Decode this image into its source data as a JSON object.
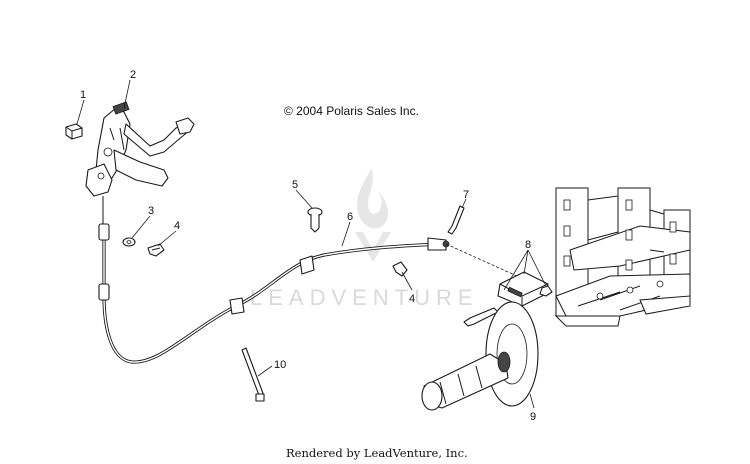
{
  "copyright": "© 2004 Polaris Sales Inc.",
  "footer": "Rendered by LeadVenture, Inc.",
  "watermark": "LEADVENTURE",
  "callouts": [
    "1",
    "2",
    "3",
    "4",
    "5",
    "6",
    "4",
    "7",
    "8",
    "9",
    "10"
  ]
}
